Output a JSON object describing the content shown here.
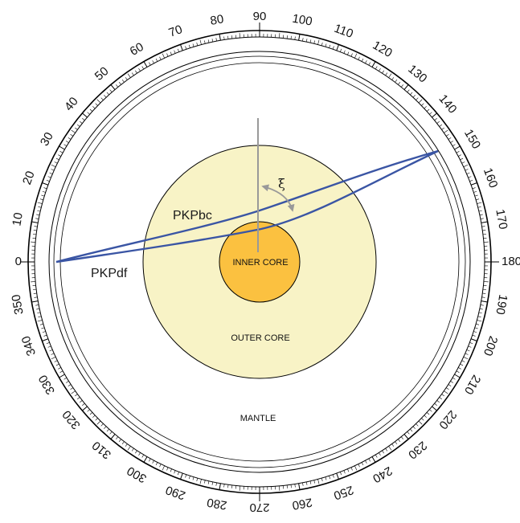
{
  "layers": {
    "inner_core": "INNER CORE",
    "outer_core": "OUTER CORE",
    "mantle": "MANTLE"
  },
  "rays": {
    "bc": "PKPbc",
    "df": "PKPdf"
  },
  "angle_symbol": "ξ",
  "dial": {
    "labels": [
      "0",
      "10",
      "20",
      "30",
      "40",
      "50",
      "60",
      "70",
      "80",
      "90",
      "100",
      "110",
      "120",
      "130",
      "140",
      "150",
      "160",
      "170",
      "180",
      "190",
      "200",
      "210",
      "220",
      "230",
      "240",
      "250",
      "260",
      "270",
      "280",
      "290",
      "300",
      "310",
      "320",
      "330",
      "340",
      "350"
    ]
  },
  "colors": {
    "outer_core": "#f8f3c6",
    "inner_core": "#fbc140",
    "ray": "#3a55a4",
    "axis": "#999999",
    "arrow": "#999999"
  }
}
